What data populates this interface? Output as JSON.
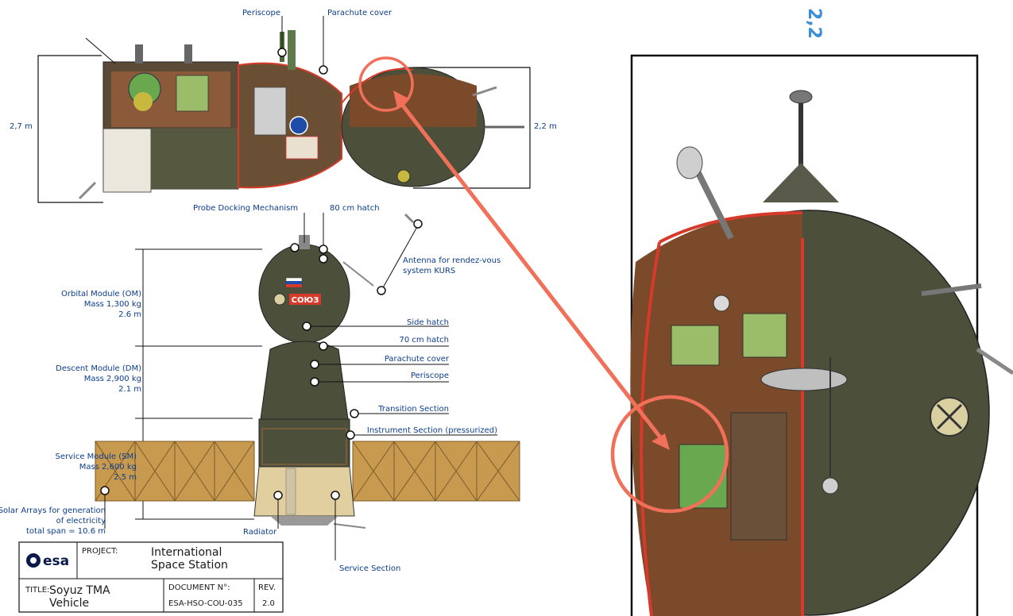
{
  "labels": {
    "periscope_top": "Periscope",
    "parachute_cover_top": "Parachute cover",
    "dim_27": "2,7 m",
    "dim_22": "2,2 m",
    "probe_docking": "Probe Docking Mechanism",
    "hatch_80": "80 cm hatch",
    "antenna_line1": "Antenna for rendez-vous",
    "antenna_line2": "system KURS",
    "om_line1": "Orbital Module (OM)",
    "om_line2": "Mass 1,300 kg",
    "om_line3": "2.6 m",
    "dm_line1": "Descent Module (DM)",
    "dm_line2": "Mass 2,900 kg",
    "dm_line3": "2.1 m",
    "sm_line1": "Service Module (SM)",
    "sm_line2": "Mass 2,600 kg",
    "sm_line3": "2.5 m",
    "solar_line1": "Solar Arrays for generation",
    "solar_line2": "of electricity",
    "solar_line3": "total span = 10.6 m",
    "side_hatch": "Side hatch",
    "hatch_70": "70 cm hatch",
    "parachute_cover": "Parachute cover",
    "periscope": "Periscope",
    "transition": "Transition Section",
    "instrument": "Instrument Section (pressurized)",
    "radiator": "Radiator",
    "service_section": "Service Section",
    "soyuz_logo": "СОЮЗ"
  },
  "title_block": {
    "logo": "esa",
    "project_label": "PROJECT:",
    "project_line1": "International",
    "project_line2": "Space Station",
    "title_label": "TITLE:",
    "title_line1": "Soyuz TMA",
    "title_line2": "Vehicle",
    "document_label": "DOCUMENT N°:",
    "document_value": "ESA-HSO-COU-035",
    "rev_label": "REV.",
    "rev_value": "2.0"
  },
  "zoom_panel": {
    "vertical_text": "2,2"
  },
  "colors": {
    "label_blue": "#0b3d8c",
    "hull_dark": "#4c4f3a",
    "hull_interior": "#7a4a2a",
    "heat_shield": "#e2cfa0",
    "solar_panel": "#c89a4f",
    "highlight": "#f0705a",
    "red_outline": "#d63a2a"
  }
}
